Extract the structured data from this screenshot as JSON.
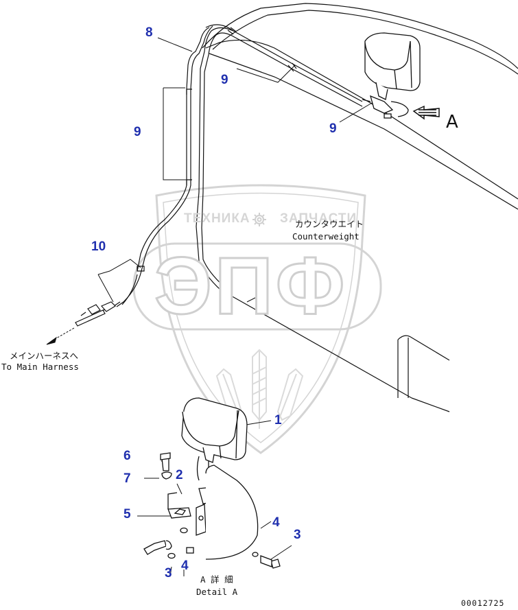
{
  "watermark": {
    "left_word": "ТЕХНИКА",
    "right_word": "ЗАПЧАСТИ",
    "big_letters": "ЭПФ"
  },
  "callouts": {
    "c8": "8",
    "c9_top": "9",
    "c9_left": "9",
    "c9_right": "9",
    "c10": "10",
    "c1": "1",
    "c6": "6",
    "c2": "2",
    "c7": "7",
    "c5": "5",
    "c4_right": "4",
    "c3_right": "3",
    "c3_bottom": "3",
    "c4_bottom": "4"
  },
  "labels": {
    "counterweight_jp": "カウンタウエイト",
    "counterweight_en": "Counterweight",
    "harness_jp": "メインハーネスへ",
    "harness_en": "To Main Harness",
    "detail_jp": "A 詳 細",
    "detail_en": "Detail A",
    "view_letter": "A",
    "drawing_number": "00012725"
  },
  "icons": {
    "gear": "gear-icon",
    "view_arrow": "view-arrow-icon",
    "harness_arrow": "arrow-left-icon"
  }
}
